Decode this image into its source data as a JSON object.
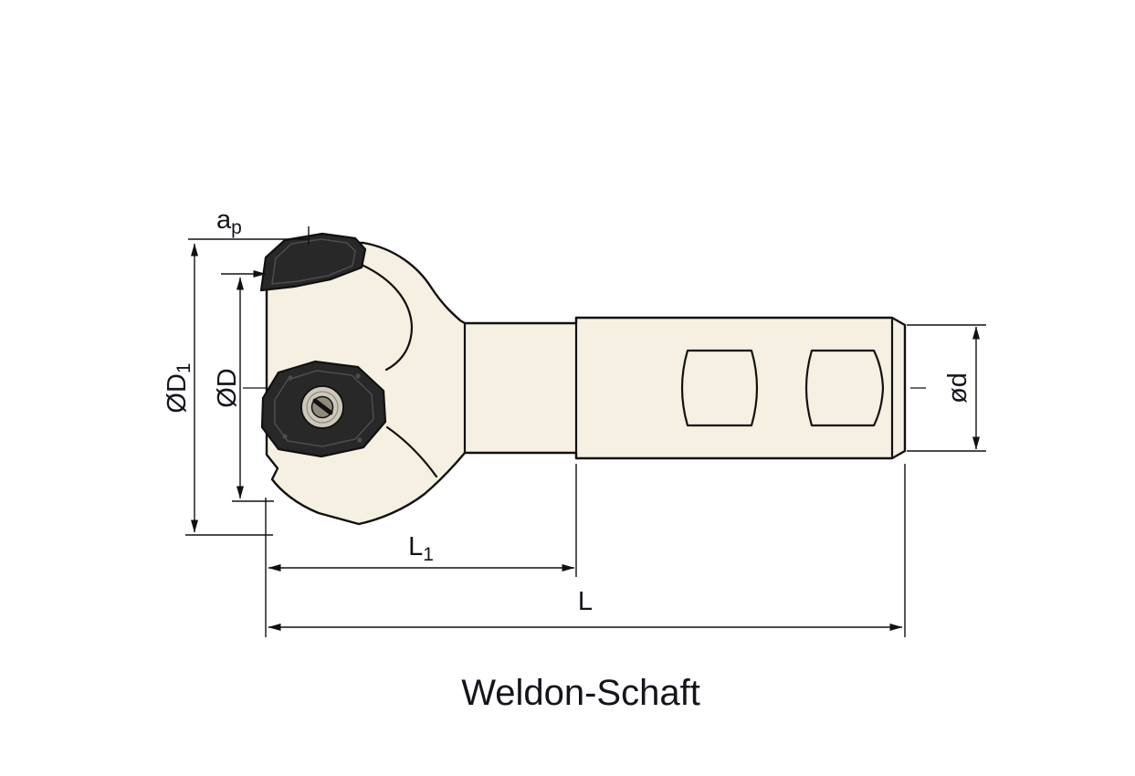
{
  "caption": "Weldon-Schaft",
  "dimensions": {
    "ap": {
      "base": "a",
      "sub": "p"
    },
    "D1": {
      "base": "ØD",
      "sub": "1"
    },
    "D": {
      "text": "ØD"
    },
    "d": {
      "text": "ød"
    },
    "L1": {
      "base": "L",
      "sub": "1"
    },
    "L": {
      "text": "L"
    }
  },
  "colors": {
    "background": "#ffffff",
    "body_fill": "#f5f0e1",
    "outline": "#111111",
    "insert_dark": "#282828",
    "insert_facet": "#4d4d4d",
    "washer_light": "#cdc8ba",
    "washer_mid": "#8e8a7c",
    "text": "#14141c"
  }
}
